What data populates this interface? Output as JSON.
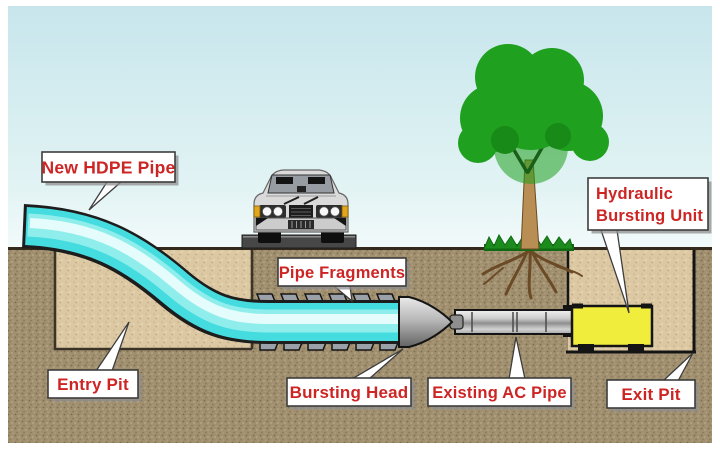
{
  "diagram": {
    "subject": "Pipe bursting trenchless pipe replacement cross-section",
    "labels": {
      "new_hdpe_pipe": "New HDPE Pipe",
      "pipe_fragments": "Pipe Fragments",
      "hydraulic_line1": "Hydraulic",
      "hydraulic_line2": "Bursting Unit",
      "entry_pit": "Entry Pit",
      "bursting_head": "Bursting Head",
      "existing_ac_pipe": "Existing AC Pipe",
      "exit_pit": "Exit Pit"
    },
    "colors": {
      "label_text": "#cd2424",
      "label_bg": "#ffffff",
      "sky_top": "#c7e6ec",
      "sky_bottom": "#f0f9f9",
      "ground": "#a19070",
      "pit_fill": "#dcc9a4",
      "hdpe_pipe": "#45dcdf",
      "bursting_unit": "#f1ed3c",
      "tree_canopy": "#1fa01f",
      "ac_pipe": "#b5b5b5",
      "road": "#474747"
    }
  }
}
